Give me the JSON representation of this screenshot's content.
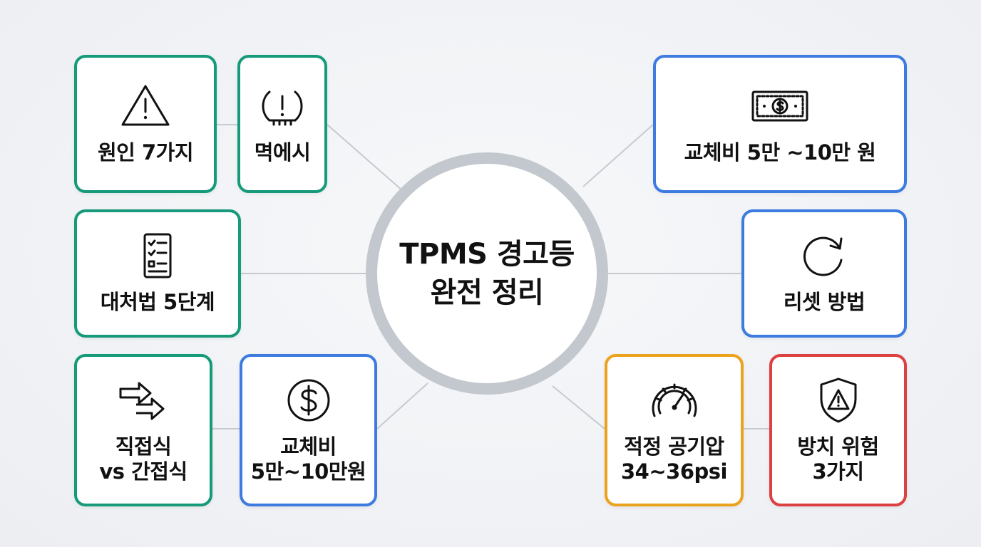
{
  "colors": {
    "green": "#159a7a",
    "blue": "#3d7be0",
    "orange": "#eba21c",
    "red": "#dc4040",
    "hub_ring": "#c3c8cf",
    "connector": "#c6cad1"
  },
  "hub": {
    "title": "TPMS 경고등\n완전 정리"
  },
  "nodes": {
    "causes": {
      "label": "원인 7가지",
      "icon": "warning-triangle-icon"
    },
    "misconception": {
      "label": "멱에시",
      "icon": "tire-pressure-warning-icon"
    },
    "steps": {
      "label": "대처법 5단계",
      "icon": "checklist-icon"
    },
    "types": {
      "label": "직접식\nvs 간접식",
      "icon": "double-arrow-icon"
    },
    "cost_small": {
      "label": "교체비\n5만~10만원",
      "icon": "dollar-circle-icon"
    },
    "cost_large": {
      "label": "교체비 5만 ~10만 원",
      "icon": "banknote-icon"
    },
    "reset": {
      "label": "리셋 방법",
      "icon": "refresh-icon"
    },
    "pressure": {
      "label": "적정 공기압\n34~36psi",
      "icon": "gauge-icon"
    },
    "risk": {
      "label": "방치 위험\n3가지",
      "icon": "warning-shield-icon"
    }
  }
}
